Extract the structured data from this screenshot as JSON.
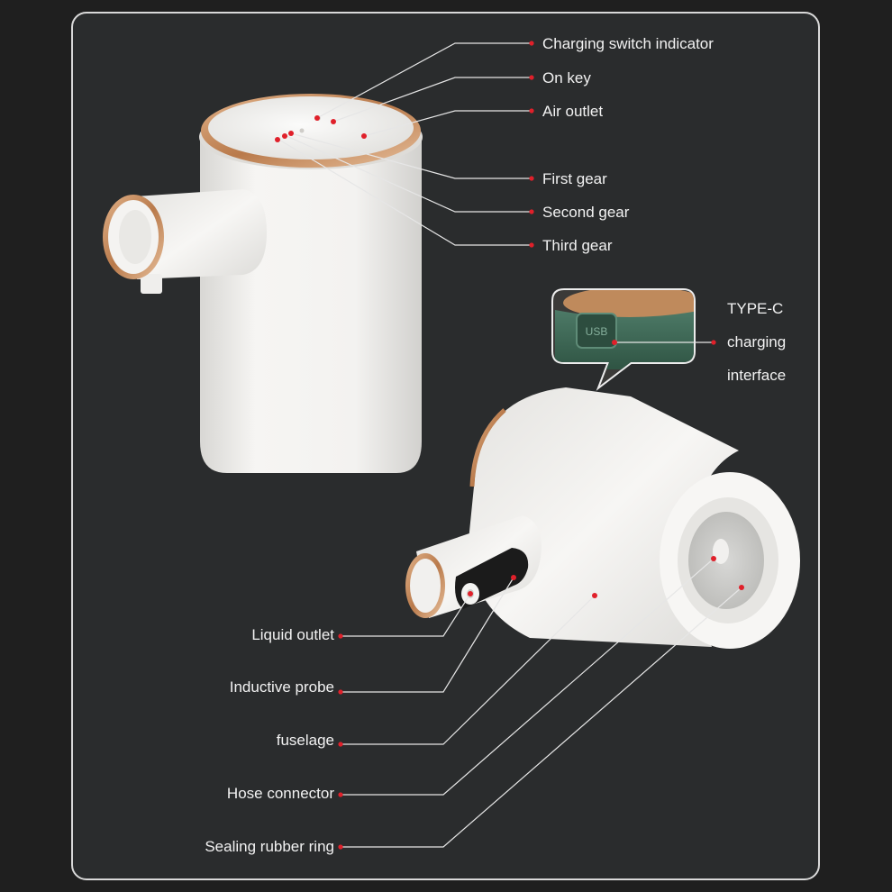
{
  "colors": {
    "background": "#1f1f1f",
    "panel": "#2a2c2d",
    "panel_border": "#d9d9d9",
    "leader_line": "#e6e6e6",
    "leader_dot": "#e0202a",
    "body_white": "#f2f1ef",
    "rose_gold": "#c98b5a",
    "usb_green": "#3f6b59"
  },
  "top_labels": {
    "charging_switch_indicator": "Charging switch indicator",
    "on_key": "On key",
    "air_outlet": "Air outlet",
    "first_gear": "First gear",
    "second_gear": "Second gear",
    "third_gear": "Third gear"
  },
  "typec": {
    "line1": "TYPE-C",
    "line2": "charging",
    "line3": "interface",
    "port_text": "USB"
  },
  "bottom_labels": {
    "liquid_outlet": "Liquid outlet",
    "inductive_probe": "Inductive probe",
    "fuselage": "fuselage",
    "hose_connector": "Hose connector",
    "sealing_rubber_ring": "Sealing rubber ring"
  }
}
